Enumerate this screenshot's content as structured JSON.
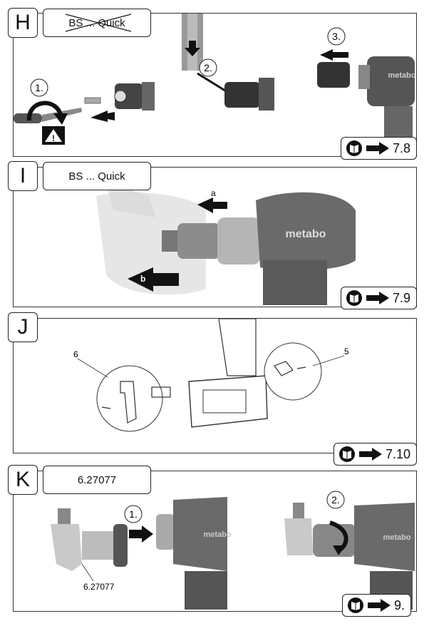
{
  "sections": {
    "H": {
      "letter": "H",
      "label": "BS ... Quick",
      "steps": [
        "1.",
        "2.",
        "3."
      ],
      "brand": "metabo",
      "ref": "7.8"
    },
    "I": {
      "letter": "I",
      "label": "BS ... Quick",
      "callouts": [
        "a",
        "b"
      ],
      "brand": "metabo",
      "ref": "7.9"
    },
    "J": {
      "letter": "J",
      "callouts": [
        "6",
        "5"
      ],
      "ref": "7.10"
    },
    "K": {
      "letter": "K",
      "label": "6.27077",
      "part_label": "6.27077",
      "steps": [
        "1.",
        "2."
      ],
      "brand": "metabo",
      "ref": "9."
    }
  },
  "icons": {
    "manual": "manual-reference-icon",
    "arrow": "right-arrow-icon",
    "warning": "warning-icon"
  }
}
